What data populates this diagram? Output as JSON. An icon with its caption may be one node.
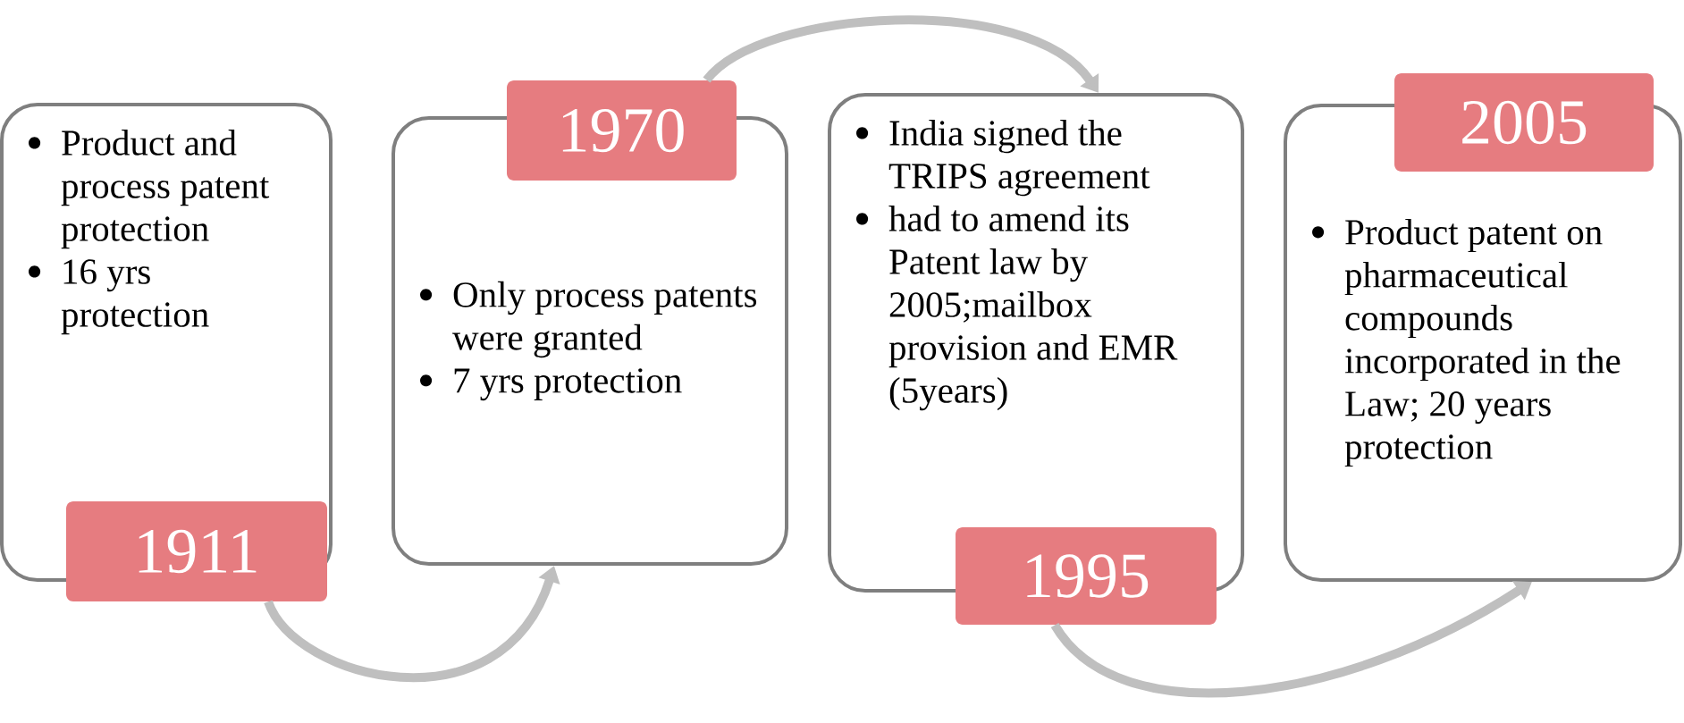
{
  "diagram": {
    "nodes": [
      {
        "text": [
          "Product and process patent protection",
          "16 yrs protection"
        ]
      },
      {
        "text": [
          "1911"
        ]
      },
      {
        "text": [
          "1970"
        ]
      },
      {
        "text": [
          "Only process patents were granted",
          "7 yrs protection"
        ]
      },
      {
        "text": [
          "India signed the TRIPS agreement",
          "had to amend its Patent law by 2005;mailbox provision and EMR (5years)"
        ]
      },
      {
        "text": [
          "1995"
        ]
      },
      {
        "text": [
          "2005"
        ]
      },
      {
        "text": [
          "Product patent on pharmaceutical compounds incorporated in the Law; 20 years protection"
        ]
      }
    ],
    "edges": [
      {
        "from": 1,
        "to": 3,
        "arrow": "to"
      },
      {
        "from": 2,
        "to": 4,
        "arrow": "to"
      },
      {
        "from": 5,
        "to": 7,
        "arrow": "to"
      }
    ]
  }
}
